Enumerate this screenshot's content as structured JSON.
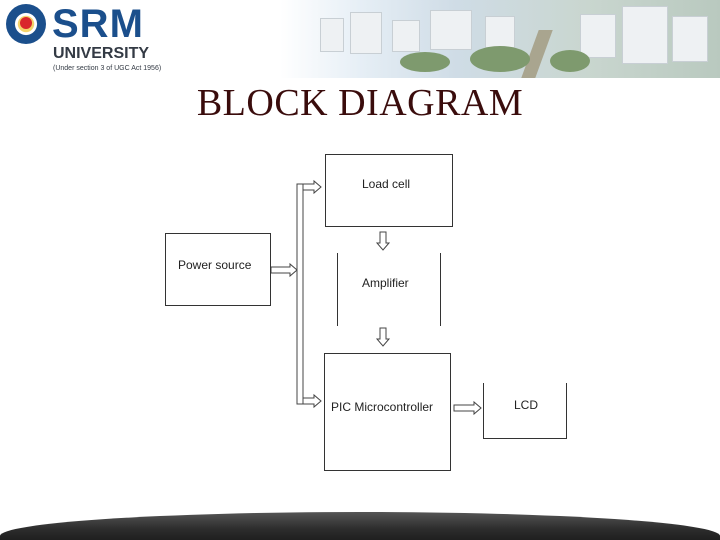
{
  "header": {
    "logo_name": "SRM",
    "logo_university": "UNIVERSITY",
    "logo_subtitle": "(Under section 3 of UGC Act 1956)"
  },
  "slide": {
    "title": "BLOCK DIAGRAM"
  },
  "diagram": {
    "blocks": {
      "power_source": "Power source",
      "load_cell": "Load cell",
      "amplifier": "Amplifier",
      "pic_microcontroller": "PIC Microcontroller",
      "lcd": "LCD"
    }
  },
  "colors": {
    "brand_blue": "#1b4f8c",
    "title_maroon": "#3a0c0c",
    "footer_dark": "#2d2d2d"
  }
}
